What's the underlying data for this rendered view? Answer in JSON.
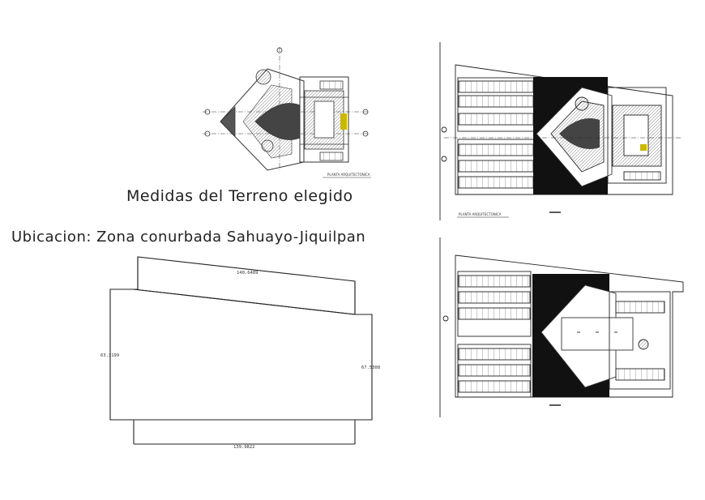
{
  "titles": {
    "site_measures": "Medidas del Terreno elegido",
    "location": "Ubicacion: Zona conurbada Sahuayo-Jiquilpan"
  },
  "plot_dimensions": {
    "top": "140.6489",
    "left": "63.3199",
    "right": "67.5308",
    "bottom": "139.9822"
  },
  "plan_labels": {
    "small_plan": "PLANTA ARQUITECTONICA",
    "top_right_plan": "PLANTA ARQUITECTONICA"
  },
  "colors": {
    "line": "#222222",
    "fill_dark": "#111111",
    "background": "#ffffff"
  }
}
